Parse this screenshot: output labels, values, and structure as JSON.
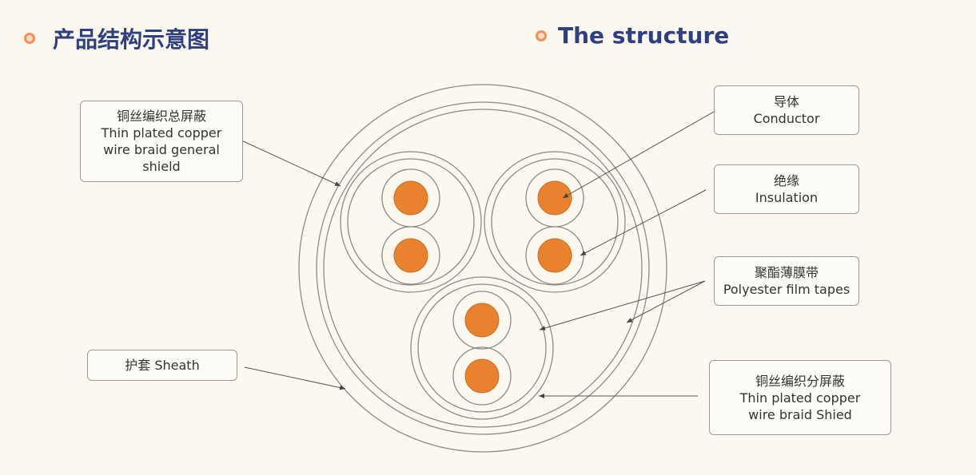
{
  "titles": {
    "cn": "产品结构示意图",
    "en": "The structure"
  },
  "labels": {
    "general_shield": {
      "zh": "铜丝编织总屏蔽",
      "en_lines": [
        "Thin plated copper",
        "wire braid general",
        "shield"
      ]
    },
    "sheath": {
      "text": "护套 Sheath"
    },
    "conductor": {
      "zh": "导体",
      "en": "Conductor"
    },
    "insulation": {
      "zh": "绝缘",
      "en": "Insulation"
    },
    "polyester": {
      "zh": "聚酯薄膜带",
      "en": "Polyester film tapes"
    },
    "split_shield": {
      "zh": "铜丝编织分屏蔽",
      "en_lines": [
        "Thin plated copper",
        "wire braid Shied"
      ]
    }
  },
  "colors": {
    "title": "#2f3f7f",
    "bullet": "#f0915a",
    "conductor_fill": "#e8822e",
    "line": "#555555",
    "background": "#fbf9ef"
  }
}
